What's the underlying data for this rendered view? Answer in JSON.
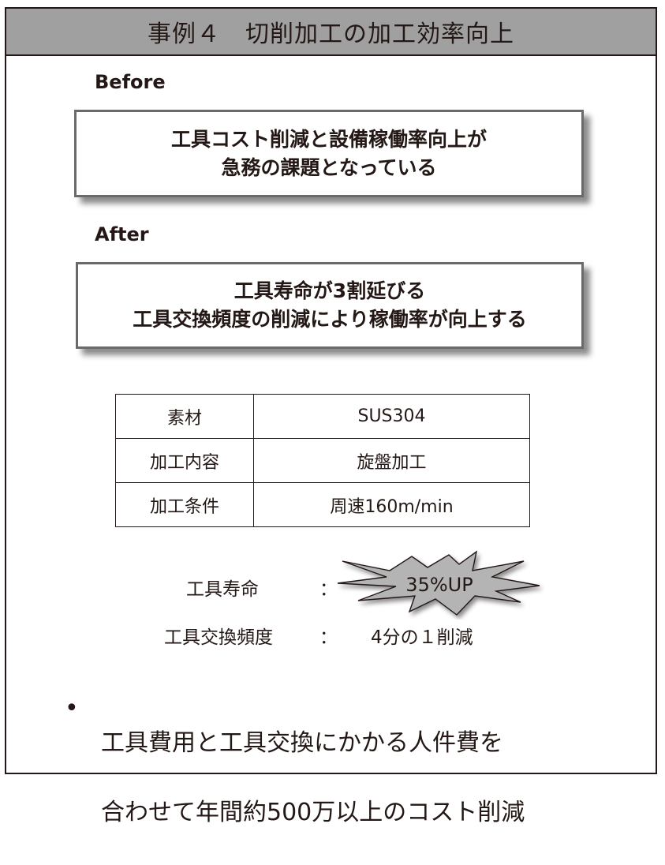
{
  "header": {
    "title": "事例４　切削加工の加工効率向上"
  },
  "before": {
    "label": "Before",
    "lines": [
      "工具コスト削減と設備稼働率向上が",
      "急務の課題となっている"
    ]
  },
  "after": {
    "label": "After",
    "lines": [
      "工具寿命が3割延びる",
      "工具交換頻度の削減により稼働率が向上する"
    ]
  },
  "spec_table": {
    "rows": [
      {
        "key": "素材",
        "value": "SUS304"
      },
      {
        "key": "加工内容",
        "value": "旋盤加工"
      },
      {
        "key": "加工条件",
        "value": "周速160m/min"
      }
    ]
  },
  "results": [
    {
      "label": "工具寿命",
      "sep": "：",
      "value": "35%UP",
      "highlight": true
    },
    {
      "label": "工具交換頻度",
      "sep": "：",
      "value": "4分の１削減",
      "highlight": false
    }
  ],
  "colors": {
    "header_bg": "#a0a0a0",
    "burst_fill": "#b4b4b4",
    "text": "#231815",
    "callout_border": "#6a6a6a"
  },
  "summary": {
    "bullet": "•",
    "lines": [
      "工具費用と工具交換にかかる人件費を",
      "合わせて年間約500万以上のコスト削減"
    ]
  }
}
